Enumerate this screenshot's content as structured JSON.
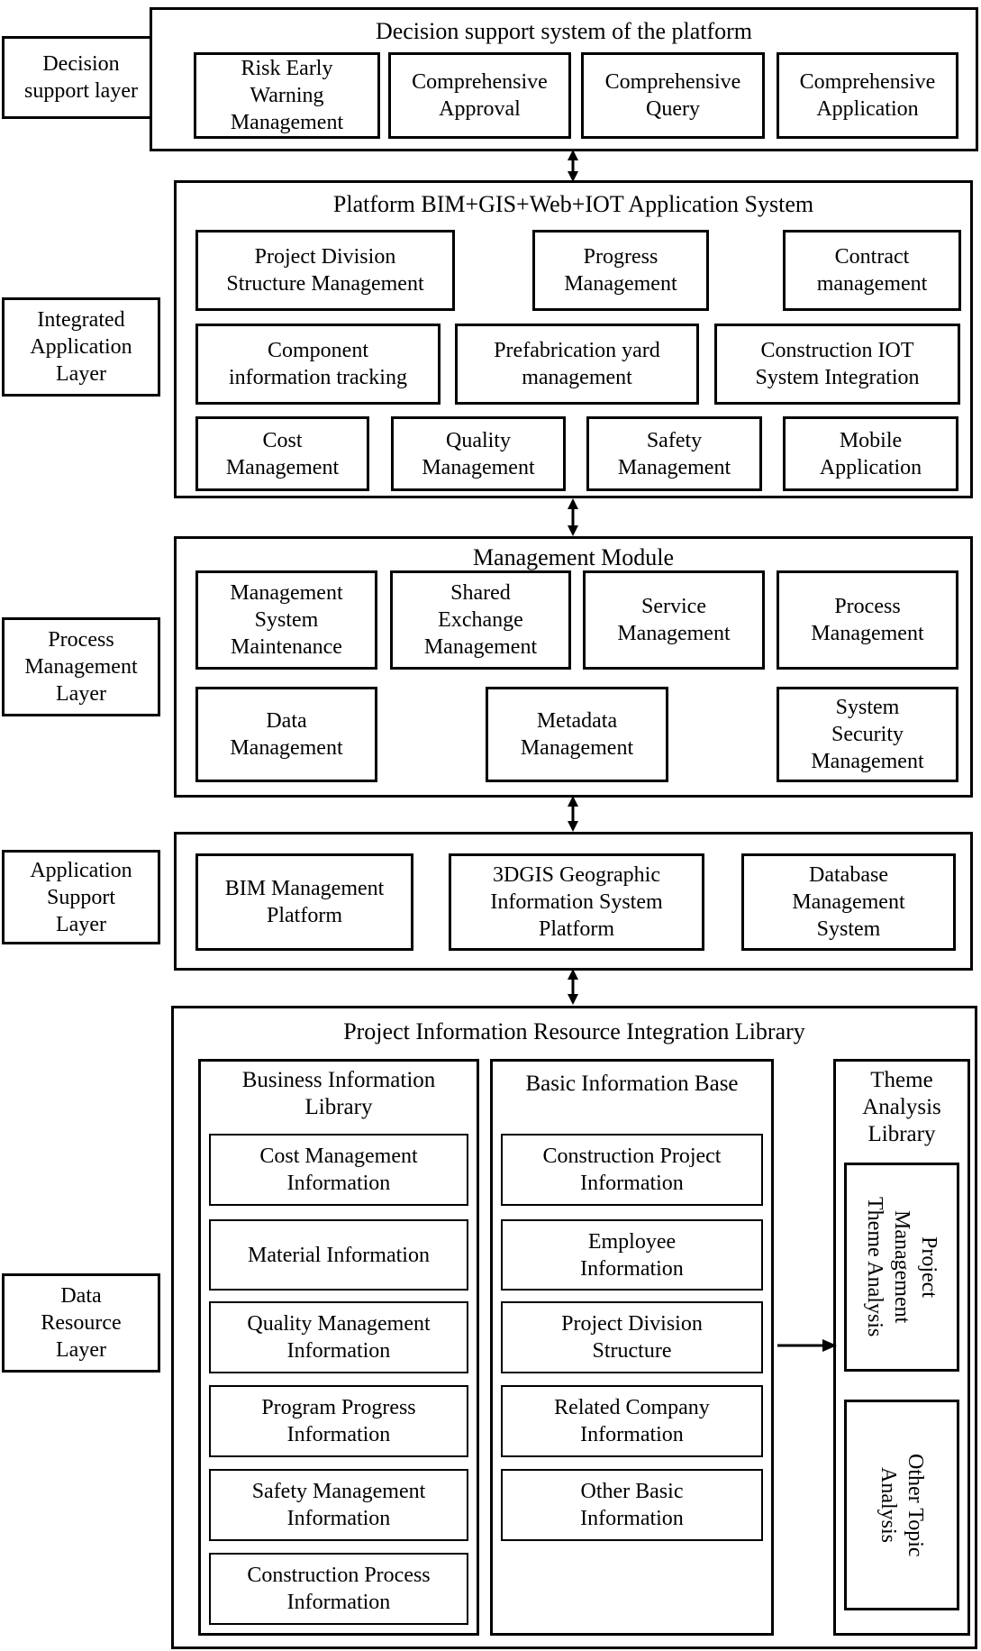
{
  "layers": {
    "decision": "Decision\nsupport layer",
    "integrated": "Integrated\nApplication\nLayer",
    "process": "Process\nManagement\nLayer",
    "application_support": "Application\nSupport\nLayer",
    "data_resource": "Data\nResource\nLayer"
  },
  "sections": {
    "s1": {
      "title": "Decision support system of the platform",
      "items": [
        "Risk Early\nWarning\nManagement",
        "Comprehensive\nApproval",
        "Comprehensive\nQuery",
        "Comprehensive\nApplication"
      ]
    },
    "s2": {
      "title": "Platform BIM+GIS+Web+IOT Application System",
      "row1": [
        "Project Division\nStructure Management",
        "Progress\nManagement",
        "Contract\nmanagement"
      ],
      "row2": [
        "Component\ninformation tracking",
        "Prefabrication yard\nmanagement",
        "Construction IOT\nSystem Integration"
      ],
      "row3": [
        "Cost\nManagement",
        "Quality\nManagement",
        "Safety\nManagement",
        "Mobile\nApplication"
      ]
    },
    "s3": {
      "title": "Management Module",
      "row1": [
        "Management\nSystem\nMaintenance",
        "Shared\nExchange\nManagement",
        "Service\nManagement",
        "Process\nManagement"
      ],
      "row2": [
        "Data\nManagement",
        "Metadata\nManagement",
        "System\nSecurity\nManagement"
      ]
    },
    "s4": {
      "items": [
        "BIM Management\nPlatform",
        "3DGIS Geographic\nInformation System\nPlatform",
        "Database\nManagement\nSystem"
      ]
    },
    "s5": {
      "title": "Project Information Resource Integration Library",
      "business": {
        "title": "Business Information\nLibrary",
        "items": [
          "Cost Management\nInformation",
          "Material Information",
          "Quality Management\nInformation",
          "Program Progress\nInformation",
          "Safety Management\nInformation",
          "Construction Process\nInformation"
        ]
      },
      "basic": {
        "title": "Basic Information Base",
        "items": [
          "Construction Project\nInformation",
          "Employee\nInformation",
          "Project Division\nStructure",
          "Related Company\nInformation",
          "Other Basic\nInformation"
        ]
      },
      "theme": {
        "title": "Theme\nAnalysis\nLibrary",
        "items": [
          "Project\nManagement\nTheme Analysis",
          "Other Topic\nAnalysis"
        ]
      }
    }
  },
  "colors": {
    "line": "#000000",
    "background": "#ffffff"
  }
}
